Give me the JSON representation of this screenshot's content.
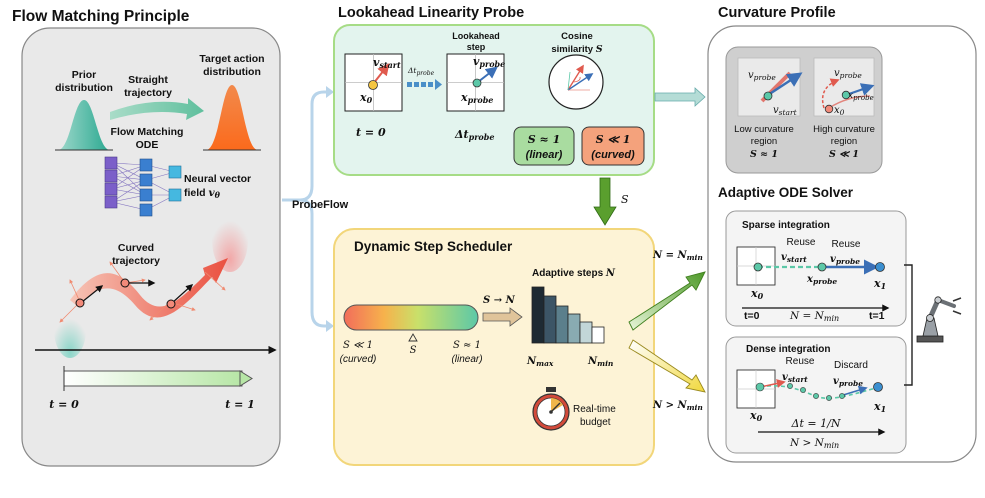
{
  "flow": {
    "title": "Flow Matching Principle",
    "prior_l1": "Prior",
    "prior_l2": "distribution",
    "straight_l1": "Straight",
    "straight_l2": "trajectory",
    "target_l1": "Target action",
    "target_l2": "distribution",
    "fm_l1": "Flow Matching",
    "fm_l2": "ODE",
    "nvf_l1": "Neural vector",
    "nvf_l2": "field",
    "nvf_sym": "v",
    "nvf_sub": "θ",
    "curved_l1": "Curved",
    "curved_l2": "trajectory",
    "t0": "t = 0",
    "t1": "t = 1"
  },
  "probeflow_label": "ProbeFlow",
  "lookahead": {
    "title": "Lookahead Linearity Probe",
    "v_start": "v",
    "start_sub": "start",
    "x0": "x",
    "zero_sub": "0",
    "dt_probe": "Δt",
    "dt_sub": "probe",
    "step_l1": "Lookahead",
    "step_l2": "step",
    "v_probe": "v",
    "probe_sub": "probe",
    "x_probe": "x",
    "cos_l1": "Cosine",
    "cos_l2": "similarity",
    "cos_sym": "S",
    "t_zero": "t = 0",
    "linear_cond": "S ≈ 1",
    "linear_word": "(linear)",
    "curved_cond": "S ≪ 1",
    "curved_word": "(curved)"
  },
  "s_arrow": "S",
  "scheduler": {
    "title": "Dynamic Step Scheduler",
    "adaptive": "Adaptive steps",
    "adaptive_sym": "N",
    "s_to_n": "S → N",
    "left_cond": "S ≪ 1",
    "left_word": "(curved)",
    "right_cond": "S ≈ 1",
    "right_word": "(linear)",
    "marker": "S",
    "nmax": "N",
    "max_sub": "max",
    "nmin": "N",
    "min_sub": "min",
    "budget_l1": "Real-time",
    "budget_l2": "budget",
    "n_eq": "N = N",
    "n_gt": "N > N"
  },
  "curvature": {
    "title": "Curvature Profile",
    "low_l1": "Low curvature",
    "low_l2": "region",
    "low_cond": "S ≈ 1",
    "high_l1": "High curvature",
    "high_l2": "region",
    "high_cond": "S ≪ 1"
  },
  "solver": {
    "title": "Adaptive ODE Solver",
    "sparse_title": "Sparse integration",
    "reuse": "Reuse",
    "discard": "Discard",
    "x1": "x",
    "one_sub": "1",
    "t_start": "t=0",
    "t_end": "t=1",
    "sparse_n": "N = N",
    "dense_title": "Dense integration",
    "dense_dt": "Δt = 1/N",
    "dense_n": "N > N"
  },
  "colors": {
    "panel_gray": "#e9e9e9",
    "probe_green": "#e3f4ee",
    "scheduler_yellow": "#fdf3d6",
    "linear_green": "#a9dca0",
    "curved_orange": "#f4a27c",
    "accent_blue": "#3b6fb6",
    "accent_red": "#e05a4e"
  }
}
